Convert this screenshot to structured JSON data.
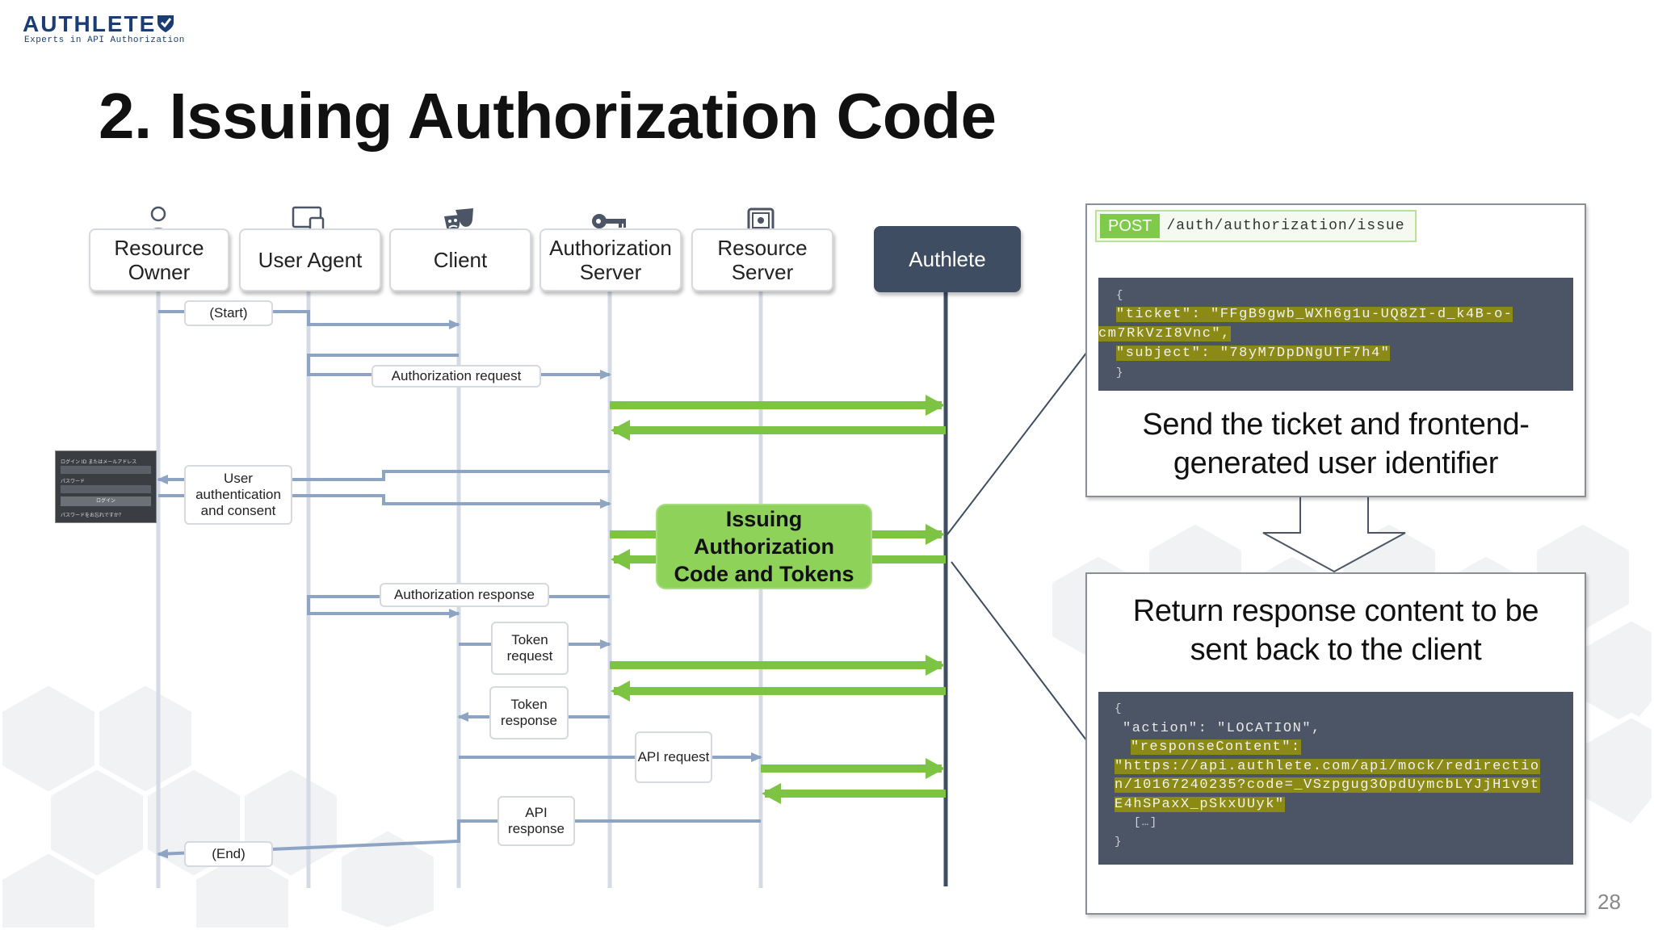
{
  "logo": {
    "name": "AUTHLETE",
    "tagline": "Experts in API Authorization"
  },
  "title": "2. Issuing Authorization Code",
  "actors": [
    "Resource\nOwner",
    "User Agent",
    "Client",
    "Authorization\nServer",
    "Resource\nServer",
    "Authlete"
  ],
  "messages": {
    "start": "(Start)",
    "authorization_request": "Authorization  request",
    "user_auth": "User\nauthentication\nand  consent",
    "authorization_response": "Authorization  response",
    "token_request": "Token\nrequest",
    "token_response": "Token\nresponse",
    "api_request": "API request",
    "api_response": "API\nresponse",
    "end": "(End)"
  },
  "issuing_box": "Issuing\nAuthorization\nCode and Tokens",
  "login_screen": {
    "lines": [
      "ログイン ID またはメールアドレス",
      "パスワード",
      "ログイン",
      "パスワードをお忘れですか？"
    ]
  },
  "request_panel": {
    "method": "POST",
    "path": "/auth/authorization/issue",
    "code_lines": [
      "{",
      "\"ticket\": \"FFgB9gwb_WXh6g1u-UQ8ZI-d_k4B-o-",
      "cm7RkVzI8Vnc\",",
      "\"subject\": \"78yM7DpDNgUTF7h4\"",
      "}"
    ],
    "caption": "Send the ticket and frontend-\ngenerated user identifier"
  },
  "response_panel": {
    "caption": "Return response content to be\nsent back to the client",
    "code_lines": [
      "{",
      "\"action\": \"LOCATION\",",
      "\"responseContent\":",
      "\"https://api.authlete.com/api/mock/redirectio",
      "n/10167240235?code=_VSzpgug3OpdUymcbLYJjH1v9t",
      "E4hSPaxX_pSkxUUyk\"",
      "[…]",
      "}"
    ]
  },
  "page_number": "28",
  "colors": {
    "green": "#8fd25a",
    "dark": "#3f4d63",
    "line": "#b7c3d3",
    "arrow": "#8ea4c4",
    "code_bg": "#4b5565",
    "highlight": "#8a8a14"
  }
}
